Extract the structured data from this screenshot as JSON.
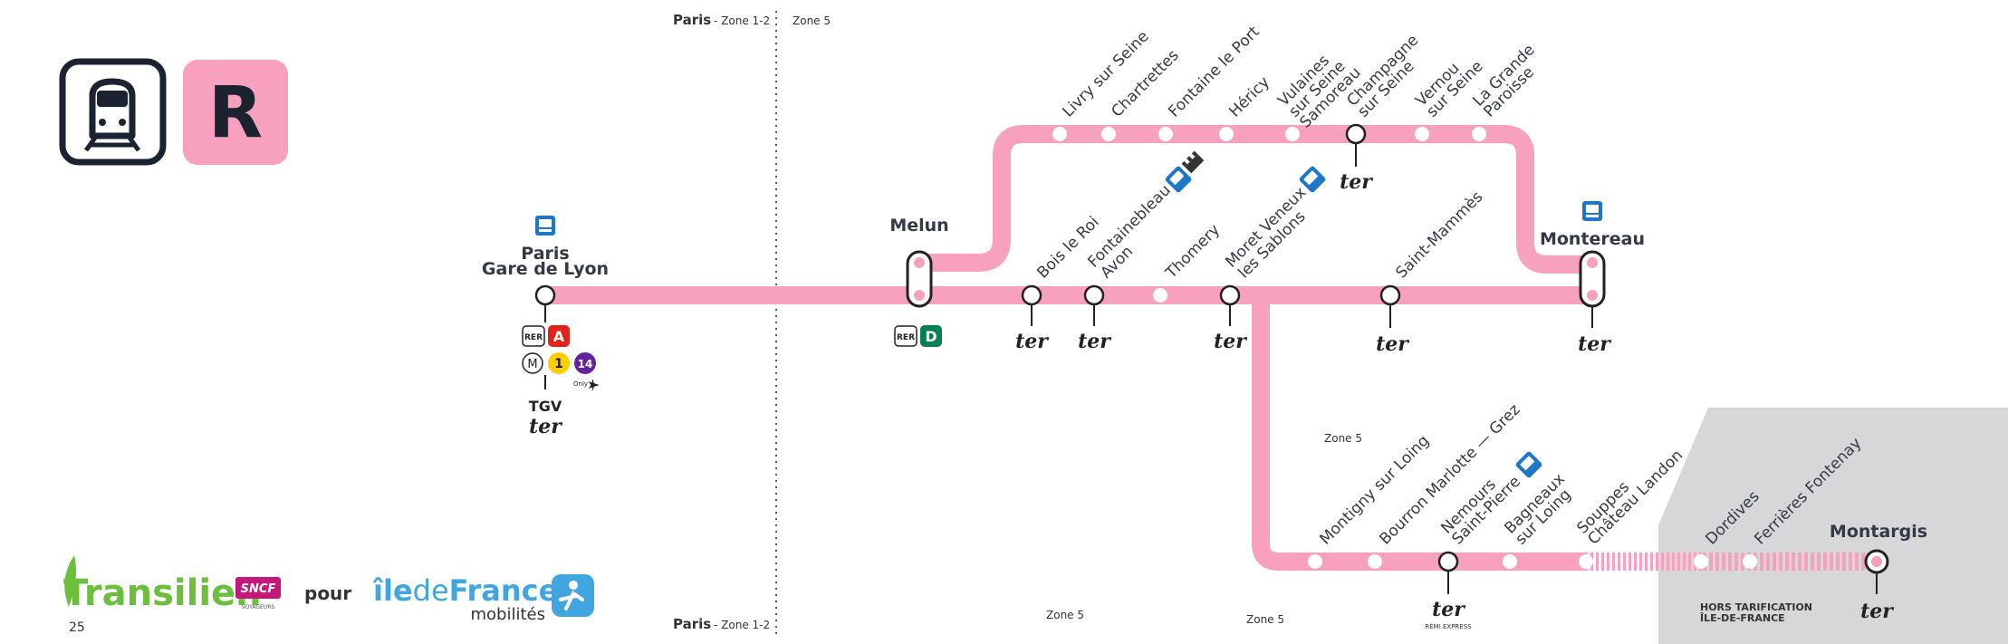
{
  "colors": {
    "line": "#f7a1be",
    "rer_a": "#e2231a",
    "rer_d": "#00814f",
    "metro_1": "#ffcd00",
    "metro_14": "#62259d",
    "navigo_blue": "#1e78c8",
    "hors_zone": "#d7d7d9",
    "transilien_green": "#6cbf3d",
    "idfm_blue": "#41a6e0"
  },
  "header": {
    "mode_icon": "train-icon",
    "line_letter": "R"
  },
  "zones": {
    "paris_top": "Paris",
    "paris_top_zone": "- Zone 1-2",
    "zone5_top": "Zone 5",
    "paris_bottom": "Paris",
    "paris_bottom_zone": "- Zone 1-2",
    "zone5_mid": "Zone 5",
    "zone5_bottom_1": "Zone 5",
    "zone5_bottom_2": "Zone 5"
  },
  "stations": {
    "paris_line1": "Paris",
    "paris_line2": "Gare de Lyon",
    "melun": "Melun",
    "bois_le_roi": "Bois le Roi",
    "fontainebleau_l1": "Fontainebleau",
    "fontainebleau_l2": "Avon",
    "thomery": "Thomery",
    "moret_l1": "Moret Veneux",
    "moret_l2": "les Sablons",
    "saint_mammes": "Saint-Mammès",
    "montereau": "Montereau",
    "livry": "Livry sur Seine",
    "chartrettes": "Chartrettes",
    "fontaine_le_port": "Fontaine le Port",
    "hericy": "Héricy",
    "vulaines_l1": "Vulaines",
    "vulaines_l2": "sur Seine",
    "vulaines_l3": "Samoreau",
    "champagne_l1": "Champagne",
    "champagne_l2": "sur Seine",
    "vernou_l1": "Vernou",
    "vernou_l2": "sur Seine",
    "grande_paroisse_l1": "La Grande",
    "grande_paroisse_l2": "Paroisse",
    "montigny": "Montigny sur Loing",
    "bourron": "Bourron Marlotte — Grez",
    "nemours_l1": "Nemours",
    "nemours_l2": "Saint-Pierre",
    "bagneaux_l1": "Bagneaux",
    "bagneaux_l2": "sur Loing",
    "souppes_l1": "Souppes",
    "souppes_l2": "Château Landon",
    "dordives": "Dordives",
    "ferrieres": "Ferrières Fontenay",
    "montargis": "Montargis"
  },
  "correspondences": {
    "rer": "RER",
    "rer_a": "A",
    "rer_d": "D",
    "metro": "M",
    "metro_1": "1",
    "metro_14": "14",
    "only": "Only",
    "tgv": "TGV",
    "ter": "ter",
    "remi_express": "RÉMI EXPRESS",
    "bus_icon": "bus-icon",
    "castle_icon": "castle-icon",
    "plane_icon": "plane-icon"
  },
  "hors_tarification_l1": "HORS TARIFICATION",
  "hors_tarification_l2": "ÎLE-DE-FRANCE",
  "footer": {
    "transilien": "Transilien",
    "sncf": "SNCF",
    "sncf_sub": "VOYAGEURS",
    "pour": "pour",
    "idf_ile": "île",
    "idf_de": "de",
    "idf_france": "France",
    "idf_mobilites": "mobilités",
    "page_number": "25"
  }
}
